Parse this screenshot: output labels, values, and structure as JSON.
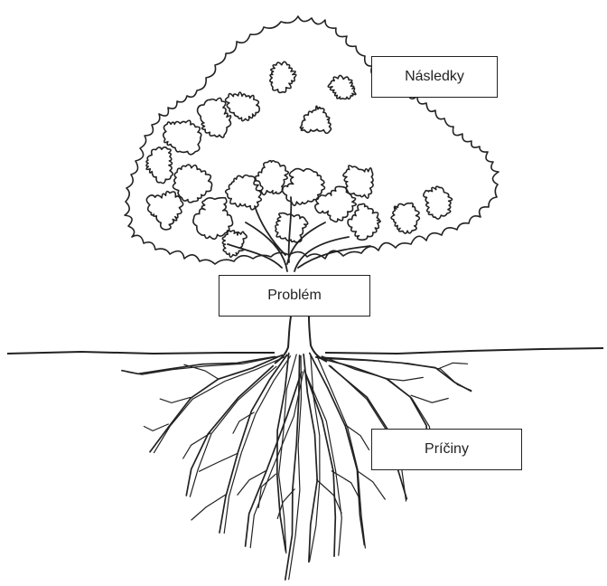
{
  "diagram": {
    "type": "problem-tree",
    "labels": {
      "consequences": "Následky",
      "problem": "Problém",
      "causes": "Príčiny"
    },
    "parts": [
      "crown",
      "trunk",
      "ground-line",
      "roots"
    ],
    "colors": {
      "line": "#222222",
      "background": "#ffffff"
    }
  }
}
